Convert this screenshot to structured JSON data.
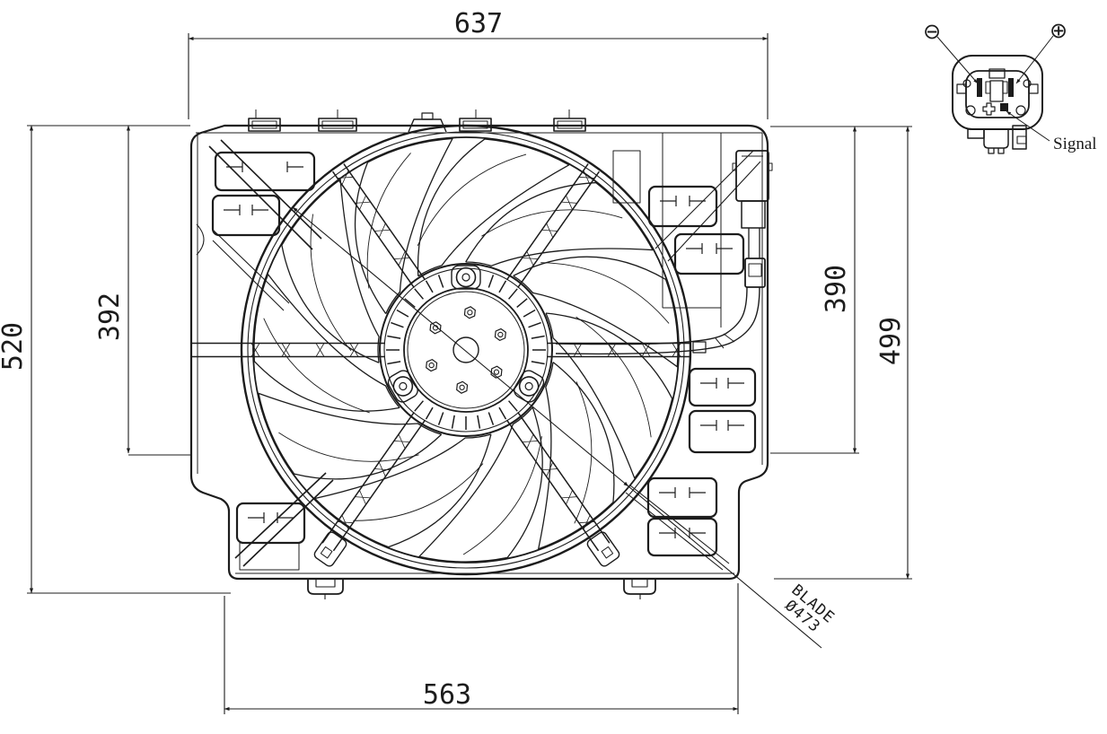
{
  "drawing": {
    "title": "radiator-cooling-fan-assembly-drawing",
    "dimensions": {
      "width_top": "637",
      "height_left_outer": "520",
      "height_left_inner": "392",
      "height_right_inner": "390",
      "height_right_outer": "499",
      "width_bottom": "563",
      "blade_label_line1": "BLADE",
      "blade_label_line2": "Ø473"
    },
    "connector": {
      "negative_symbol": "⊖",
      "positive_symbol": "⊕",
      "signal_label": "Signal"
    },
    "colors": {
      "line": "#1c1c1c",
      "background": "#ffffff"
    }
  }
}
